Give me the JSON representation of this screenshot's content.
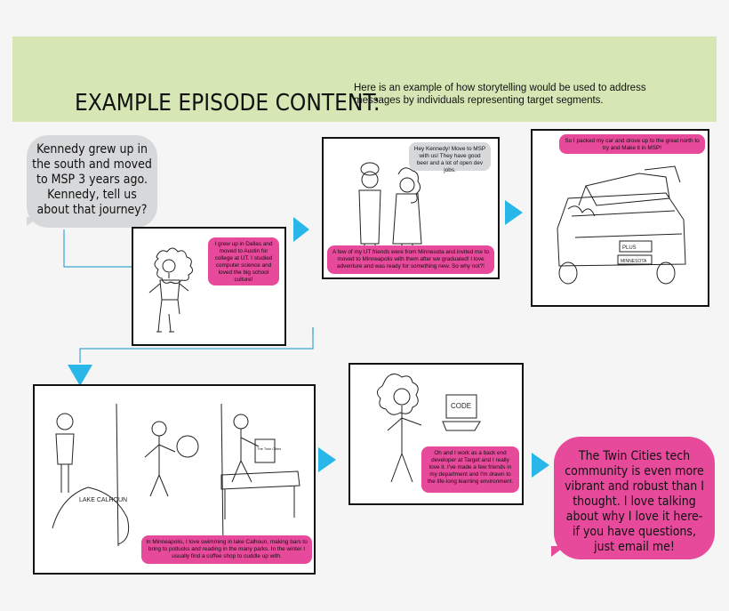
{
  "banner": {
    "title": "EXAMPLE EPISODE CONTENT:",
    "description": "Here is an example of how storytelling would be used to address messages by individuals representing target segments."
  },
  "intro_bubble": "Kennedy grew up in the south and moved to MSP 3 years ago. Kennedy, tell us about that journey?",
  "panels": [
    {
      "caption": "I grew up in Dallas and moved to Austin for college at UT. I studied computer science and loved the big school culture!"
    },
    {
      "caption_top": "Hey Kennedy! Move to MSP with us! They have good beer and a lot of open dev jobs.",
      "caption": "A few of my UT friends were from Minnesota and invited me to moved to Minneapolis with them after we graduated! I love adventure and was ready for something new. So why not?!"
    },
    {
      "caption": "So I packed my car and drove up to the great north to try and Make it in MSP!",
      "plate": "PLUS",
      "sticker": "MINNESOTA"
    },
    {
      "caption": "In Minneapolis, I love swimming in lake Calhoun, making bars to bring to potlucks and reading in the many parks. In the winter I usually find a coffee shop to cuddle up with.",
      "lake_label": "LAKE CALHOUN",
      "book_label": "The Twin Cities"
    },
    {
      "caption": "Oh and I work as a back end developer at Target and I really love it. I've made a few friends in my department and I'm drawn to the life-long learning environment.",
      "laptop_label": "CODE"
    }
  ],
  "closing_bubble": "The Twin Cities tech community is even more vibrant and robust than I thought. I love talking about why I love it here- if you have questions, just email me!",
  "colors": {
    "banner": "#d6e6b5",
    "pink": "#e7499b",
    "gray": "#d7d8da",
    "arrow": "#29b6e8",
    "line": "#3aa7d8"
  }
}
